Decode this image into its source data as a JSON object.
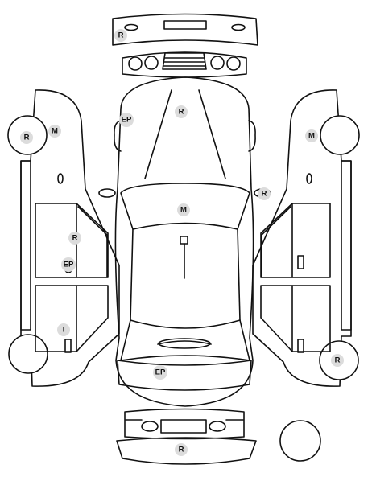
{
  "colors": {
    "line": "#111111",
    "marker_bg": "#dcdcdc",
    "background": "#ffffff"
  },
  "markers": [
    {
      "id": "front-bumper",
      "label": "R"
    },
    {
      "id": "hood",
      "label": "R"
    },
    {
      "id": "left-front-fender",
      "label": "EP"
    },
    {
      "id": "left-front-wheel-top",
      "label": "R"
    },
    {
      "id": "left-front-wheel-side",
      "label": "M"
    },
    {
      "id": "right-front-fender",
      "label": "M"
    },
    {
      "id": "right-mirror",
      "label": "R"
    },
    {
      "id": "roof",
      "label": "M"
    },
    {
      "id": "left-front-door-top",
      "label": "R"
    },
    {
      "id": "left-front-door-bottom",
      "label": "EP"
    },
    {
      "id": "left-rear-door",
      "label": "I"
    },
    {
      "id": "trunk",
      "label": "EP"
    },
    {
      "id": "right-rear-wheel",
      "label": "R"
    },
    {
      "id": "rear-bumper",
      "label": "R"
    }
  ]
}
